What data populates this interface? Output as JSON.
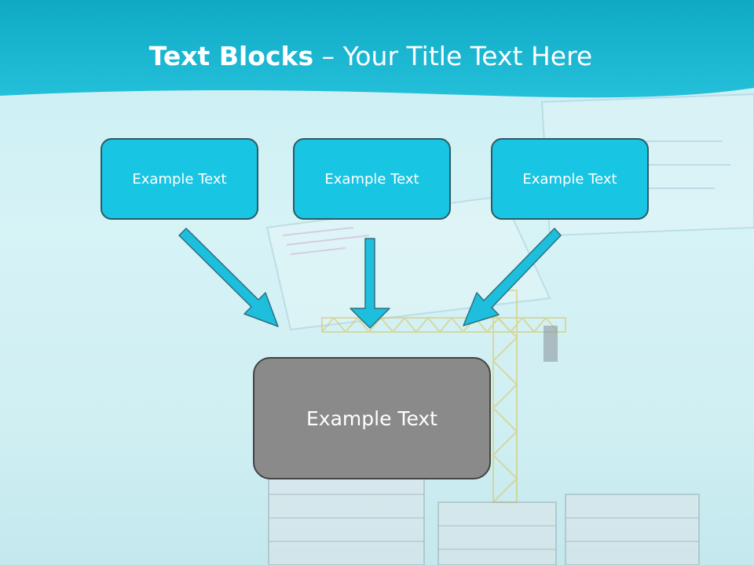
{
  "colors": {
    "header_band": "#1ab9d3",
    "box_fill": "#18c5e3",
    "box_border": "#2e5a66",
    "center_box_fill": "#8a8a8a",
    "arrow": "#1dbfdc",
    "title_text": "#ffffff"
  },
  "title": {
    "bold": "Text Blocks",
    "rest": " – Your Title Text Here"
  },
  "boxes": {
    "left": "Example Text",
    "middle": "Example Text",
    "right": "Example Text",
    "center": "Example Text"
  }
}
